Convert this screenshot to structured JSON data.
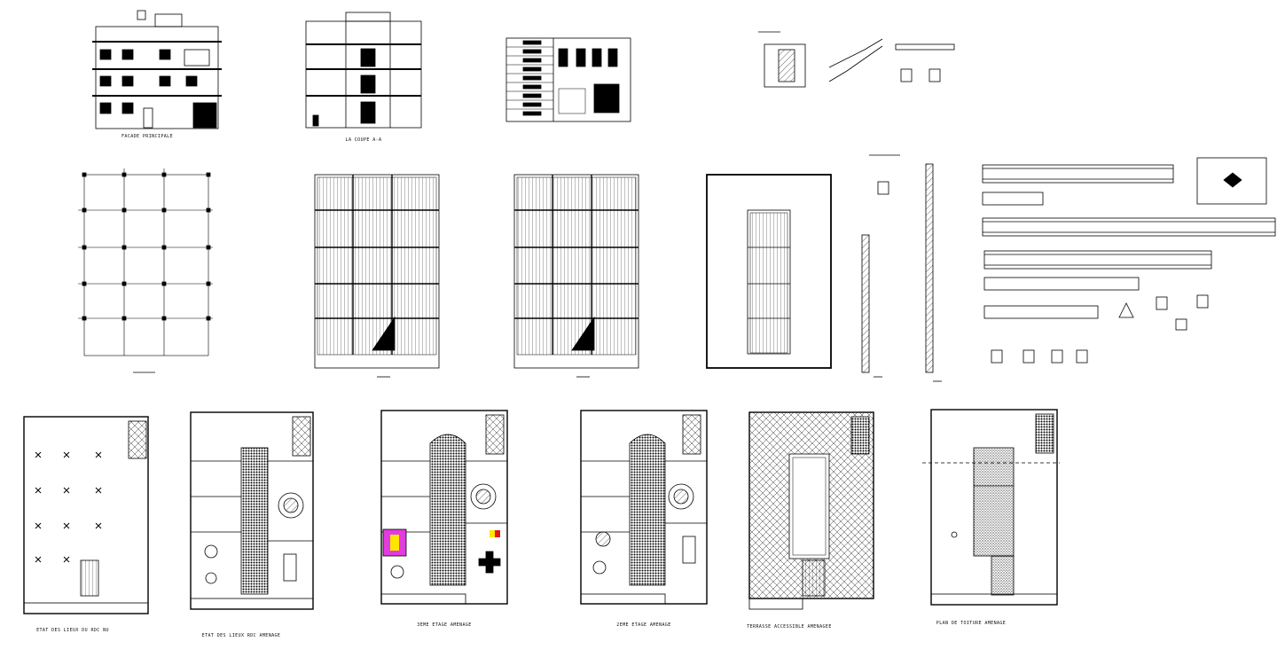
{
  "drawing": {
    "title_blocks": {
      "facade": "FACADE PRINCIPALE",
      "section": "LA COUPE A-A",
      "third_floor": "3EME ETAGE AMENAGE",
      "second_floor": "2EME ETAGE AMENAGE",
      "roof_top_fitted": "TERRASSE ACCESSIBLE AMENAGEE",
      "roof_plan": "PLAN DE TOITURE AMENAGE",
      "ground_floor_fitted": "ETAT DES LIEUX RDC AMENAGE",
      "ground_floor_raw": "ETAT DES LIEUX DU RDC NU"
    },
    "colors": {
      "line": "#000000",
      "accent_magenta": "#e23be0",
      "accent_yellow": "#ffe600",
      "accent_red": "#e01515"
    }
  }
}
